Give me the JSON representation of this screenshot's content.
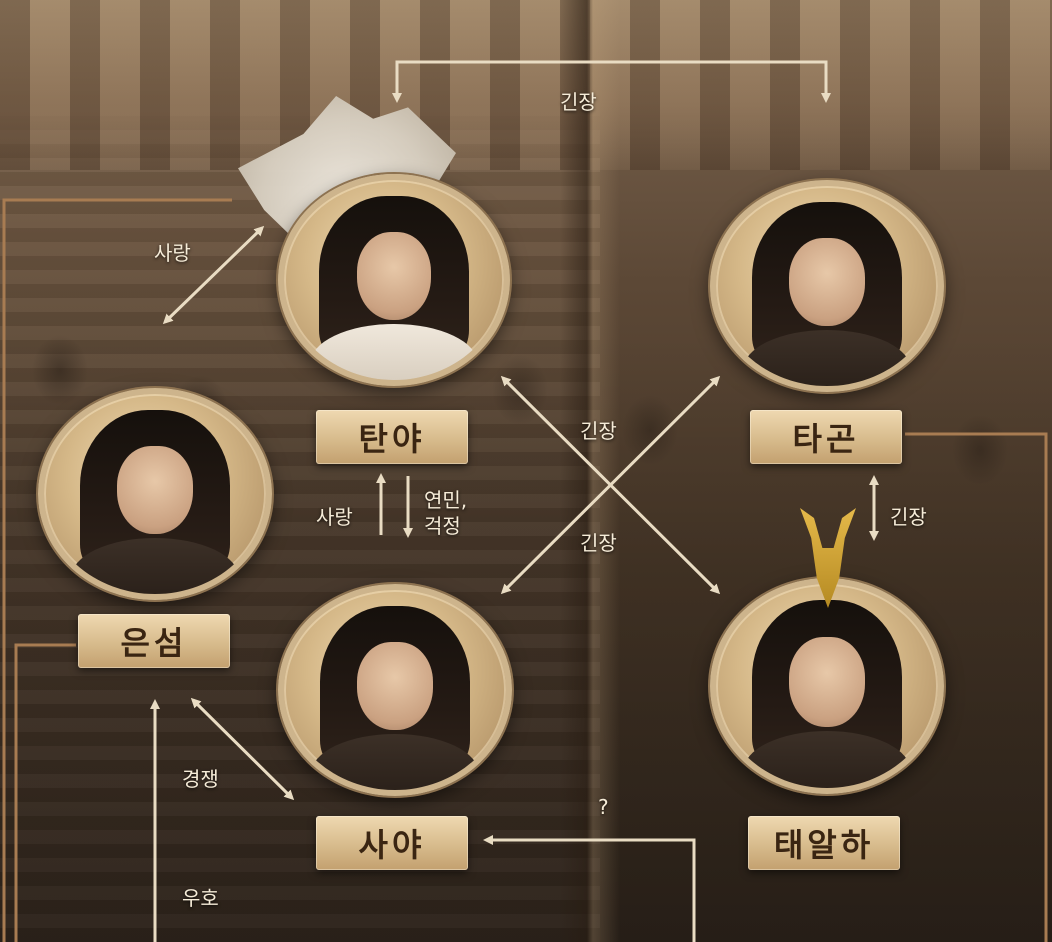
{
  "characters": {
    "tanya": {
      "name": "탄야"
    },
    "tagon": {
      "name": "타곤"
    },
    "eunseom": {
      "name": "은섬"
    },
    "saya": {
      "name": "사야"
    },
    "taealha": {
      "name": "태알하"
    }
  },
  "relations": {
    "top_tension": "긴장",
    "love_eunseom_tanya": "사랑",
    "cross_upper": "긴장",
    "cross_lower": "긴장",
    "saya_to_tanya": "사랑",
    "tanya_to_saya_line1": "연민,",
    "tanya_to_saya_line2": "걱정",
    "tagon_taealha": "긴장",
    "eunseom_saya": "경쟁",
    "friendship": "우호",
    "question": "?"
  },
  "colors": {
    "line": "#e9dcc3",
    "frame_line": "#a87c52"
  }
}
